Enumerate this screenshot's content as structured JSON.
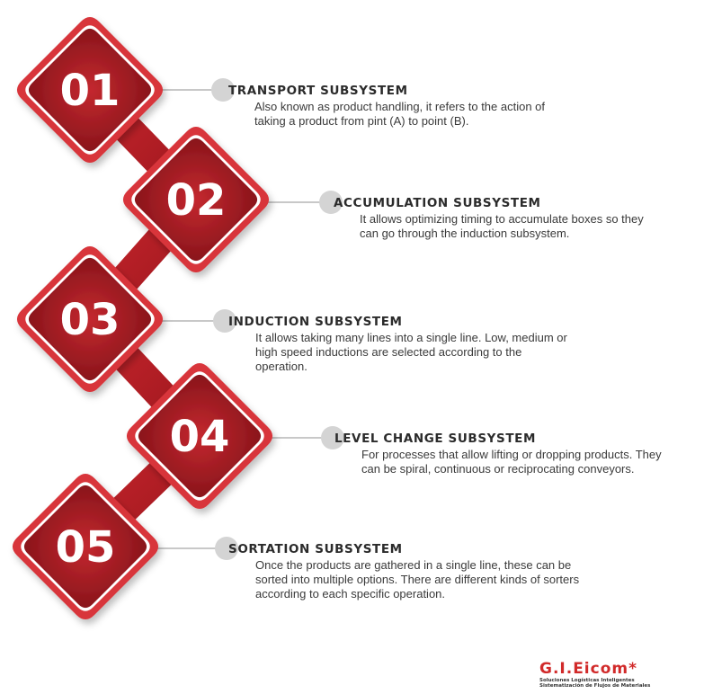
{
  "colors": {
    "diamond_outer": "#d8343a",
    "diamond_inner_light": "#c4282f",
    "diamond_inner_dark": "#7e1117",
    "connector": "#b82128",
    "line": "#c8c8c8",
    "dot": "#d4d4d4",
    "logo_red": "#d12a2a"
  },
  "steps": [
    {
      "number": "01",
      "title": "TRANSPORT SUBSYSTEM",
      "lines": [
        "Also known as product handling, it refers to the action of",
        "taking a product from pint (A) to point (B)."
      ]
    },
    {
      "number": "02",
      "title": "ACCUMULATION SUBSYSTEM",
      "lines": [
        "It allows optimizing timing to accumulate boxes so they",
        "can go through the induction subsystem."
      ]
    },
    {
      "number": "03",
      "title": "INDUCTION SUBSYSTEM",
      "lines": [
        "It allows taking many lines into a single line. Low, medium or",
        "high speed inductions are selected according to the",
        "operation."
      ]
    },
    {
      "number": "04",
      "title": "LEVEL CHANGE SUBSYSTEM",
      "lines": [
        "For processes that allow lifting or dropping products. They",
        "can be spiral, continuous or reciprocating conveyors."
      ]
    },
    {
      "number": "05",
      "title": "SORTATION SUBSYSTEM",
      "lines": [
        "Once the products are gathered in a single line, these can be",
        "sorted into multiple options. There are different kinds of sorters",
        "according to each specific operation."
      ]
    }
  ],
  "logo": {
    "name": "G.I.Eicom*",
    "tagline_1": "Soluciones Logísticas Inteligentes",
    "tagline_2": "Sistematización de Flujos de Materiales"
  }
}
